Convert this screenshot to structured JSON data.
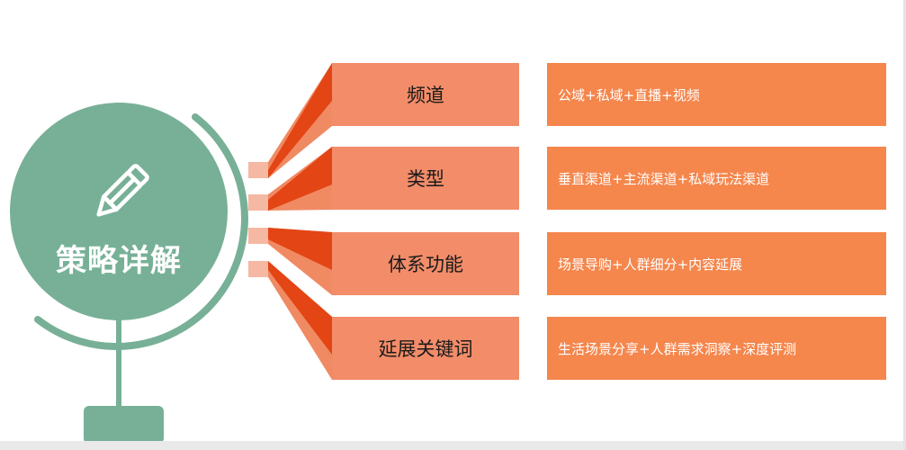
{
  "diagram": {
    "title": "策略详解",
    "rows": [
      {
        "category": "频道",
        "detail": "公域+私域+直播+视频"
      },
      {
        "category": "类型",
        "detail": "垂直渠道+主流渠道+私域玩法渠道"
      },
      {
        "category": "体系功能",
        "detail": "场景导购+人群细分+内容延展"
      },
      {
        "category": "延展关键词",
        "detail": "生活场景分享+人群需求洞察+深度评测"
      }
    ]
  },
  "colors": {
    "globe": "#77b097",
    "category_box": "#f28c69",
    "detail_box": "#f5864c",
    "connector_dark": "#e34515",
    "connector_light": "#f08a63",
    "tab": "#f5b8a3"
  },
  "icons": {
    "center": "pencil-icon"
  }
}
